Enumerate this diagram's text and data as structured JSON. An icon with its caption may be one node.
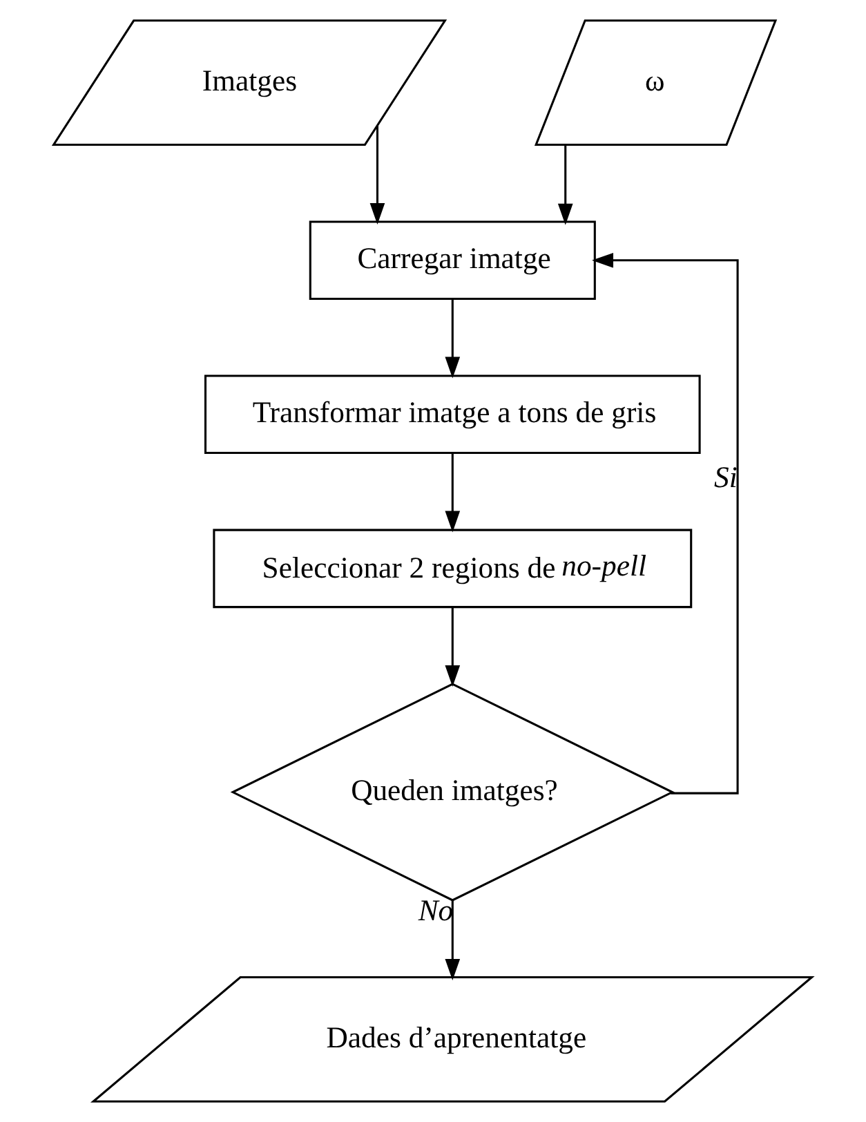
{
  "diagram": {
    "nodes": [
      {
        "text": [
          "Imatges"
        ]
      },
      {
        "text": [
          "ω"
        ]
      },
      {
        "text": [
          "Carregar imatge"
        ]
      },
      {
        "text": [
          "Transformar imatge a tons de gris"
        ]
      },
      {
        "text": [
          "Seleccionar 2 regions de *no-pell*"
        ]
      },
      {
        "text": [
          "Queden imatges?"
        ]
      },
      {
        "text": [
          "Dades d’aprenentatge"
        ]
      }
    ],
    "edges": [
      {
        "from": 0,
        "to": 2,
        "arrow": "to"
      },
      {
        "from": 1,
        "to": 2,
        "arrow": "to"
      },
      {
        "from": 2,
        "to": 3,
        "arrow": "to"
      },
      {
        "from": 3,
        "to": 4,
        "arrow": "to"
      },
      {
        "from": 4,
        "to": 5,
        "arrow": "to"
      },
      {
        "from": 5,
        "to": 2,
        "arrow": "to",
        "label": "Si"
      },
      {
        "from": 5,
        "to": 6,
        "arrow": "to",
        "label": "No"
      }
    ]
  }
}
